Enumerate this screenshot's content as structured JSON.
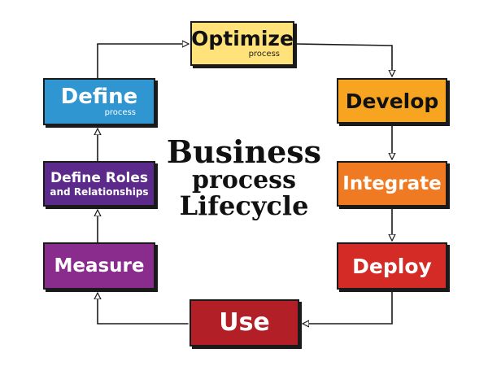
{
  "diagram": {
    "center_title": {
      "line1": "Business",
      "line2": "process",
      "line3": "Lifecycle"
    },
    "steps": {
      "optimize": {
        "label": "Optimize",
        "sub": "process",
        "color": "#ffe37a"
      },
      "develop": {
        "label": "Develop",
        "color": "#f7a520"
      },
      "integrate": {
        "label": "Integrate",
        "color": "#f07a22"
      },
      "deploy": {
        "label": "Deploy",
        "color": "#d42b26"
      },
      "use": {
        "label": "Use",
        "color": "#b31f27"
      },
      "measure": {
        "label": "Measure",
        "color": "#8a2c8e"
      },
      "roles": {
        "label": "Define Roles",
        "sub": "and Relationships",
        "color": "#5b2a8a"
      },
      "define": {
        "label": "Define",
        "sub": "process",
        "color": "#2f96d2"
      }
    },
    "flow": [
      "optimize",
      "develop",
      "integrate",
      "deploy",
      "use",
      "measure",
      "roles",
      "define",
      "optimize"
    ]
  }
}
